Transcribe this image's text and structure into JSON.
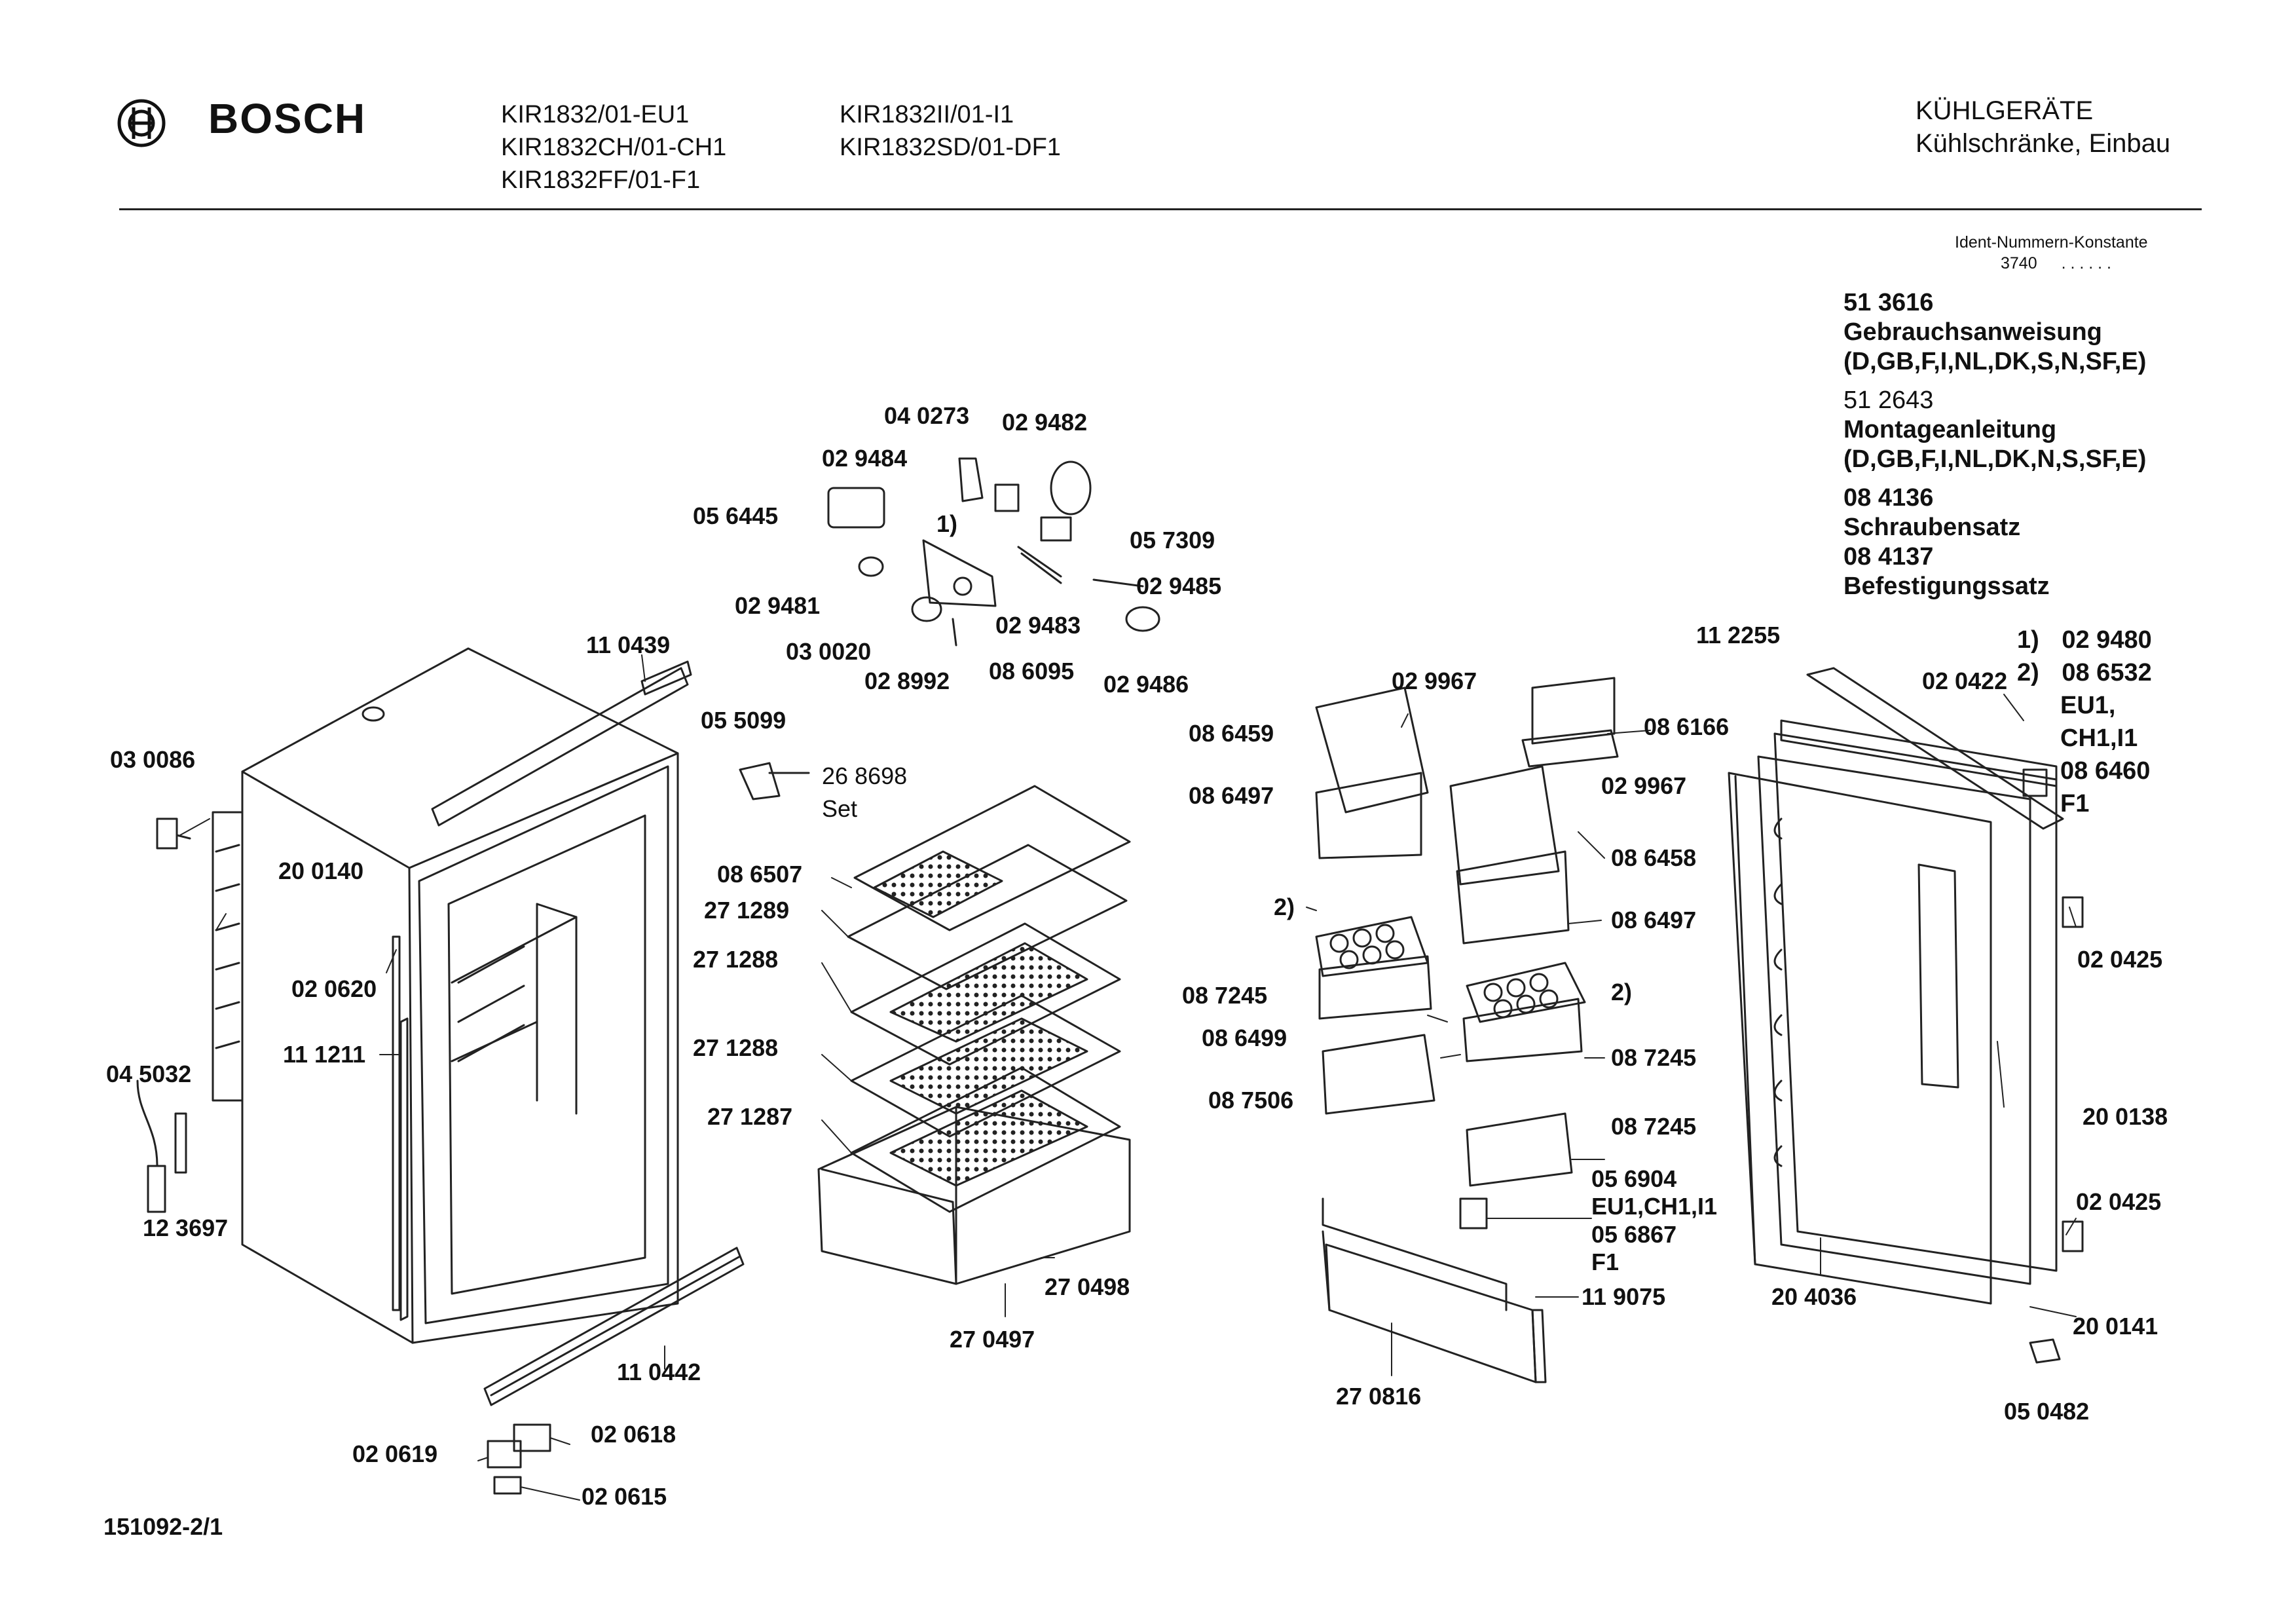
{
  "header": {
    "brand": "BOSCH",
    "models_col1": [
      "KIR1832/01-EU1",
      "KIR1832CH/01-CH1",
      "KIR1832FF/01-F1"
    ],
    "models_col2": [
      "KIR1832II/01-I1",
      "KIR1832SD/01-DF1"
    ],
    "category": "KÜHLGERÄTE",
    "subcategory": "Kühlschränke, Einbau"
  },
  "ident": {
    "label": "Ident-Nummern-Konstante",
    "value": "3740",
    "dots": ". .   . . . ."
  },
  "info_items": [
    {
      "number": "51 3616",
      "name": "Gebrauchsanweisung",
      "detail": "(D,GB,F,I,NL,DK,S,N,SF,E)"
    },
    {
      "number": "51 2643",
      "name": "Montageanleitung",
      "detail": "(D,GB,F,I,NL,DK,N,S,SF,E)"
    },
    {
      "number": "08 4136",
      "name": "Schraubensatz",
      "detail": ""
    },
    {
      "number": "08 4137",
      "name": "Befestigungssatz",
      "detail": ""
    }
  ],
  "footnotes": {
    "f1_marker": "1)",
    "f1_value": "02 9480",
    "f2_marker": "2)",
    "f2_value": "08 6532",
    "f2_line2": "EU1,",
    "f2_line3": "CH1,I1",
    "f2_line4": "08 6460",
    "f2_line5": "F1"
  },
  "document_number": "151092-2/1",
  "part_labels": [
    {
      "id": "p040273",
      "text": "04 0273"
    },
    {
      "id": "p029482",
      "text": "02 9482"
    },
    {
      "id": "p029484",
      "text": "02 9484"
    },
    {
      "id": "p056445",
      "text": "05 6445"
    },
    {
      "id": "p_fn1",
      "text": "1)"
    },
    {
      "id": "p057309",
      "text": "05 7309"
    },
    {
      "id": "p029485",
      "text": "02 9485"
    },
    {
      "id": "p029481",
      "text": "02 9481"
    },
    {
      "id": "p029483",
      "text": "02 9483"
    },
    {
      "id": "p030020",
      "text": "03 0020"
    },
    {
      "id": "p028992",
      "text": "02 8992"
    },
    {
      "id": "p086095",
      "text": "08 6095"
    },
    {
      "id": "p029486",
      "text": "02 9486"
    },
    {
      "id": "p110439",
      "text": "11 0439"
    },
    {
      "id": "p055099",
      "text": "05 5099"
    },
    {
      "id": "p268698",
      "text": "26 8698"
    },
    {
      "id": "p_set",
      "text": "Set"
    },
    {
      "id": "p030086",
      "text": "03 0086"
    },
    {
      "id": "p200140",
      "text": "20 0140"
    },
    {
      "id": "p020620",
      "text": "02 0620"
    },
    {
      "id": "p111211",
      "text": "11 1211"
    },
    {
      "id": "p045032",
      "text": "04 5032"
    },
    {
      "id": "p123697",
      "text": "12 3697"
    },
    {
      "id": "p086507",
      "text": "08 6507"
    },
    {
      "id": "p271289",
      "text": "27 1289"
    },
    {
      "id": "p271288a",
      "text": "27 1288"
    },
    {
      "id": "p271288b",
      "text": "27 1288"
    },
    {
      "id": "p271287",
      "text": "27 1287"
    },
    {
      "id": "p270498",
      "text": "27 0498"
    },
    {
      "id": "p270497",
      "text": "27 0497"
    },
    {
      "id": "p110442",
      "text": "11 0442"
    },
    {
      "id": "p020619",
      "text": "02 0619"
    },
    {
      "id": "p020618",
      "text": "02 0618"
    },
    {
      "id": "p020615",
      "text": "02 0615"
    },
    {
      "id": "p029967a",
      "text": "02 9967"
    },
    {
      "id": "p086459",
      "text": "08 6459"
    },
    {
      "id": "p086166",
      "text": "08 6166"
    },
    {
      "id": "p086497a",
      "text": "08 6497"
    },
    {
      "id": "p029967b",
      "text": "02 9967"
    },
    {
      "id": "p086458",
      "text": "08 6458"
    },
    {
      "id": "p086497b",
      "text": "08 6497"
    },
    {
      "id": "p_fn2a",
      "text": "2)"
    },
    {
      "id": "p087245a",
      "text": "08 7245"
    },
    {
      "id": "p_fn2b",
      "text": "2)"
    },
    {
      "id": "p086499",
      "text": "08 6499"
    },
    {
      "id": "p087245b",
      "text": "08 7245"
    },
    {
      "id": "p087506",
      "text": "08 7506"
    },
    {
      "id": "p087245c",
      "text": "08 7245"
    },
    {
      "id": "p056904",
      "text": "05 6904"
    },
    {
      "id": "p_eu1ch1i1",
      "text": "EU1,CH1,I1"
    },
    {
      "id": "p056867",
      "text": "05 6867"
    },
    {
      "id": "p_f1",
      "text": "F1"
    },
    {
      "id": "p119075",
      "text": "11 9075"
    },
    {
      "id": "p270816",
      "text": "27 0816"
    },
    {
      "id": "p112255",
      "text": "11 2255"
    },
    {
      "id": "p020422",
      "text": "02 0422"
    },
    {
      "id": "p020425a",
      "text": "02 0425"
    },
    {
      "id": "p200138",
      "text": "20 0138"
    },
    {
      "id": "p020425b",
      "text": "02 0425"
    },
    {
      "id": "p204036",
      "text": "20 4036"
    },
    {
      "id": "p200141",
      "text": "20 0141"
    },
    {
      "id": "p050482",
      "text": "05 0482"
    }
  ]
}
